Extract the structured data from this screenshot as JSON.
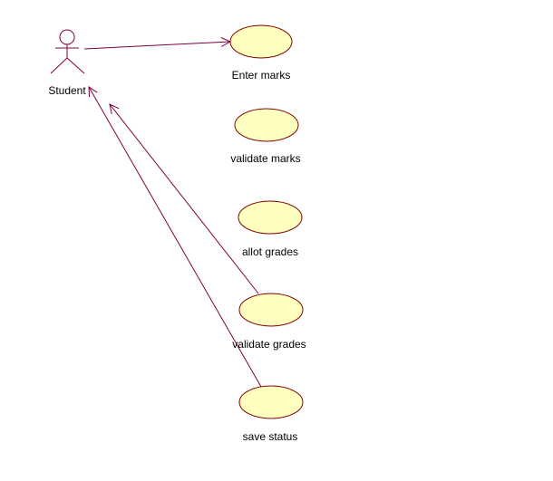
{
  "diagram": {
    "type": "uml-use-case",
    "colors": {
      "line": "#800040",
      "ellipse_fill": "#ffffc0",
      "ellipse_stroke": "#800000",
      "text": "#000000",
      "background": "#ffffff"
    },
    "actor": {
      "label": "Student"
    },
    "use_cases": [
      {
        "id": "uc1",
        "label": "Enter marks"
      },
      {
        "id": "uc2",
        "label": "validate marks"
      },
      {
        "id": "uc3",
        "label": "allot grades"
      },
      {
        "id": "uc4",
        "label": "validate grades"
      },
      {
        "id": "uc5",
        "label": "save status"
      }
    ],
    "associations": [
      {
        "from": "Student",
        "to": "Enter marks",
        "arrow_at": "Enter marks"
      },
      {
        "from": "validate grades",
        "to": "Student",
        "arrow_at": "Student"
      },
      {
        "from": "save status",
        "to": "Student",
        "arrow_at": "Student"
      }
    ]
  }
}
